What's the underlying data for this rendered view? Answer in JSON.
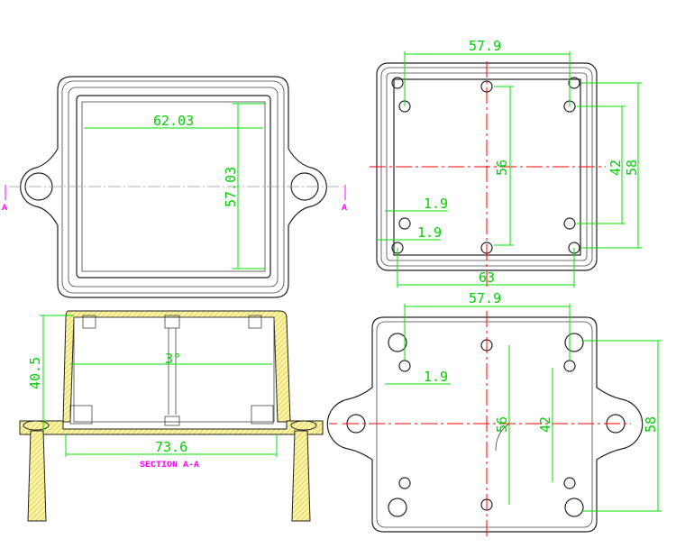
{
  "top_view": {
    "width_dim": "62.03",
    "height_dim": "57.03",
    "section_marker_left": "A",
    "section_marker_right": "A"
  },
  "inside_view": {
    "hole_spacing_top": "57.9",
    "hole_spacing_bottom": "63",
    "vertical_inner": "56",
    "vertical_side": "42",
    "vertical_outer": "58",
    "offset_1": "1.9",
    "offset_2": "1.9"
  },
  "section_view": {
    "height_dim": "40.5",
    "width_dim": "73.6",
    "draft_angle": "3°",
    "title": "SECTION A-A"
  },
  "bottom_view": {
    "hole_spacing_top": "57.9",
    "offset": "1.9",
    "vertical_inner": "56",
    "vertical_side": "42",
    "vertical_outer": "58"
  },
  "colors": {
    "dimension": "#00e000",
    "centerline": "#ff0000",
    "section_label": "#ff00ff",
    "hatch": "#f0e060"
  }
}
